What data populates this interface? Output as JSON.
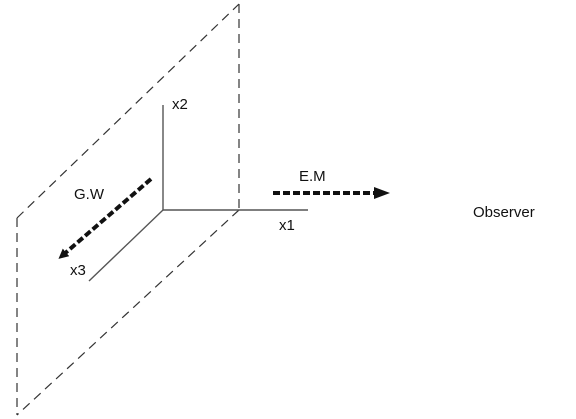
{
  "labels": {
    "x1": "x1",
    "x2": "x2",
    "x3": "x3",
    "gw": "G.W",
    "em": "E.M",
    "observer": "Observer"
  },
  "colors": {
    "plane": "#333333",
    "axes": "#555555",
    "arrow": "#111111",
    "text": "#111111"
  }
}
